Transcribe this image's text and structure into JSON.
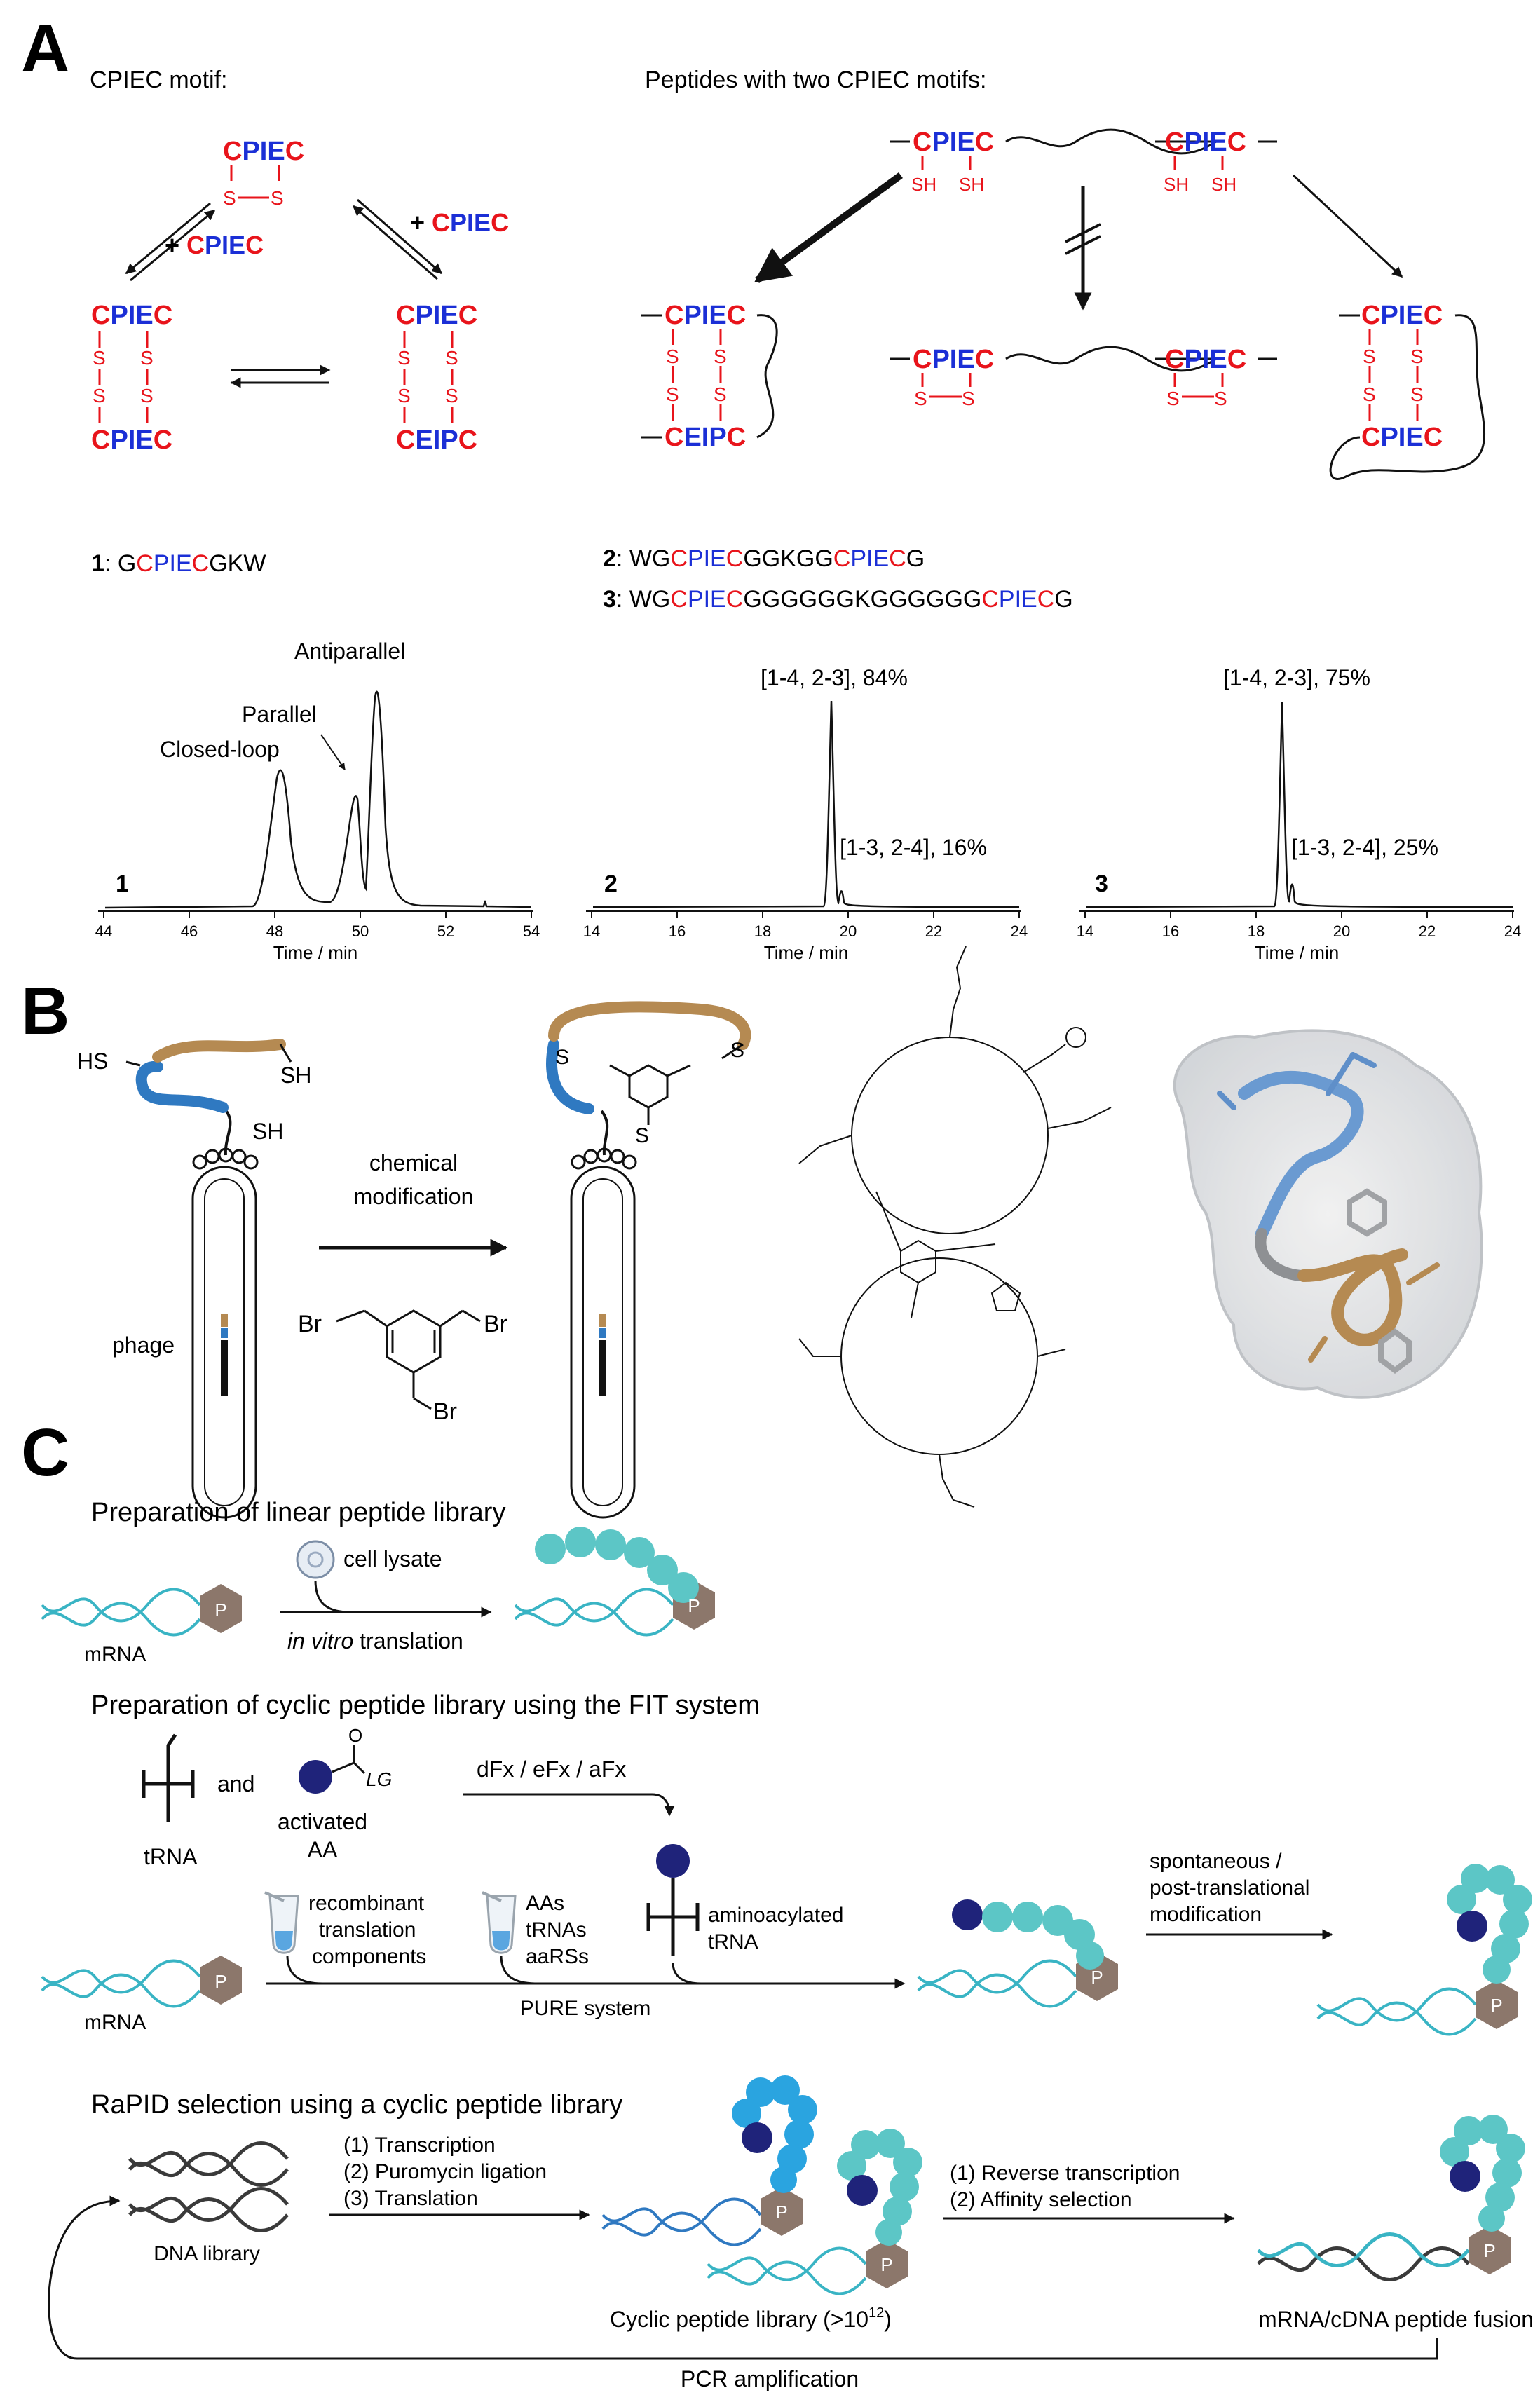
{
  "panels": {
    "a": "A",
    "b": "B",
    "c": "C"
  },
  "panel_a": {
    "motif_title": "CPIEC motif:",
    "two_motif_title": "Peptides with two CPIEC motifs:",
    "motif": {
      "c1": "C",
      "pie": "PIE",
      "c2": "C",
      "eip": "EIP"
    },
    "s": "S",
    "sh": "SH",
    "plus": "+ ",
    "sequences": {
      "p1_id": "1",
      "p1_a": "G",
      "p1_b": "C",
      "p1_c": "PIE",
      "p1_d": "C",
      "p1_e": "GKW",
      "p2_id": "2",
      "p2_a": "WG",
      "p2_b": "C",
      "p2_c": "PIE",
      "p2_d": "C",
      "p2_e": "GGKGG",
      "p2_f": "C",
      "p2_g": "PIE",
      "p2_h": "C",
      "p2_i": "G",
      "p3_id": "3",
      "p3_a": "WG",
      "p3_b": "C",
      "p3_c": "PIE",
      "p3_d": "C",
      "p3_e": "GGGGGGKGGGGGG",
      "p3_f": "C",
      "p3_g": "PIE",
      "p3_h": "C",
      "p3_i": "G"
    },
    "chromatograms": [
      {
        "id": "1",
        "xlabel": "Time / min",
        "ticks": [
          "44",
          "46",
          "48",
          "50",
          "52",
          "54"
        ],
        "labels": {
          "closed": "Closed-loop",
          "parallel": "Parallel",
          "anti": "Antiparallel"
        }
      },
      {
        "id": "2",
        "xlabel": "Time / min",
        "ticks": [
          "14",
          "16",
          "18",
          "20",
          "22",
          "24"
        ],
        "labels": {
          "major": "[1-4, 2-3], 84%",
          "minor": "[1-3, 2-4], 16%"
        }
      },
      {
        "id": "3",
        "xlabel": "Time / min",
        "ticks": [
          "14",
          "16",
          "18",
          "20",
          "22",
          "24"
        ],
        "labels": {
          "major": "[1-4, 2-3], 75%",
          "minor": "[1-3, 2-4], 25%"
        }
      }
    ]
  },
  "panel_b": {
    "hs": "HS",
    "sh": "SH",
    "s": "S",
    "phage": "phage",
    "arrow_l1": "chemical",
    "arrow_l2": "modification",
    "br": "Br"
  },
  "panel_c": {
    "s1_title": "Preparation of linear peptide library",
    "mrna": "mRNA",
    "p": "P",
    "cell_lysate": "cell lysate",
    "ivt_italic": "in vitro",
    "ivt_rest": " translation",
    "s2_title": "Preparation of cyclic peptide library using the FIT system",
    "trna": "tRNA",
    "and": "and",
    "lg": "LG",
    "o": "O",
    "act1": "activated",
    "act2": "AA",
    "fx": "dFx / eFx / aFx",
    "rtc1": "recombinant",
    "rtc2": "translation",
    "rtc3": "components",
    "aas": "AAs",
    "trnas": "tRNAs",
    "aarss": "aaRSs",
    "amino1": "aminoacylated",
    "amino2": "tRNA",
    "pure": "PURE system",
    "spont1": "spontaneous /",
    "spont2": "post-translational",
    "spont3": "modification",
    "s3_title": "RaPID selection using a cyclic peptide library",
    "step1": "(1) Transcription",
    "step2": "(2) Puromycin ligation",
    "step3": "(3) Translation",
    "rt1": "(1) Reverse transcription",
    "rt2": "(2) Affinity selection",
    "dna_lib": "DNA library",
    "cyc_lib": "Cyclic peptide library (>10",
    "cyc_exp": "12",
    "cyc_end": ")",
    "fusion": "mRNA/cDNA peptide fusion",
    "pcr": "PCR amplification"
  },
  "colors": {
    "red": "#e8141b",
    "blue": "#1b2fd6",
    "teal": "#5cc6c6",
    "mrna": "#39b4c4",
    "navy": "#1f237a",
    "puromycin": "#8c776b",
    "tan": "#b58a52",
    "steel": "#2f79c1",
    "lightblue": "#2aa4e0"
  }
}
